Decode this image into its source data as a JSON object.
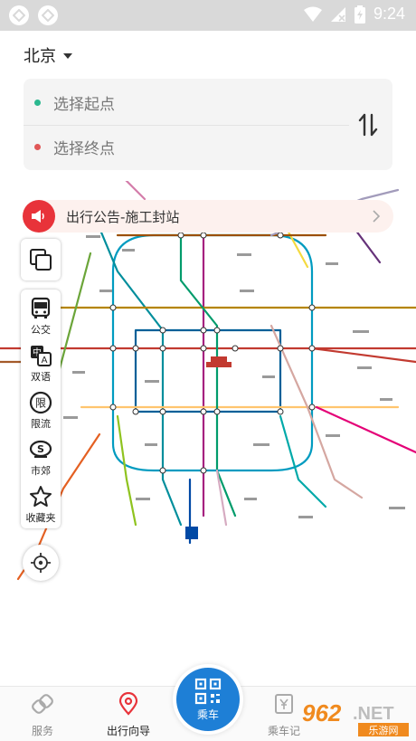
{
  "status_bar": {
    "time": "9:24",
    "bg_color": "#d9d9d9"
  },
  "header": {
    "city": "北京"
  },
  "route": {
    "start_placeholder": "选择起点",
    "end_placeholder": "选择终点"
  },
  "notice": {
    "text": "出行公告-施工封站",
    "color": "#e8333a"
  },
  "tools": [
    {
      "label": "公交",
      "icon": "bus-icon"
    },
    {
      "label": "双语",
      "icon": "bilingual-icon"
    },
    {
      "label": "限流",
      "icon": "restriction-icon"
    },
    {
      "label": "市郊",
      "icon": "suburban-rail-icon"
    },
    {
      "label": "收藏夹",
      "icon": "star-icon"
    }
  ],
  "bottom_nav": {
    "service": "服务",
    "guide": "出行向导",
    "ride": "乘车",
    "record": "乘车记"
  },
  "accent_color": "#1e7fd6",
  "watermark": {
    "text": "962.NET",
    "subtext": "乐游网"
  }
}
